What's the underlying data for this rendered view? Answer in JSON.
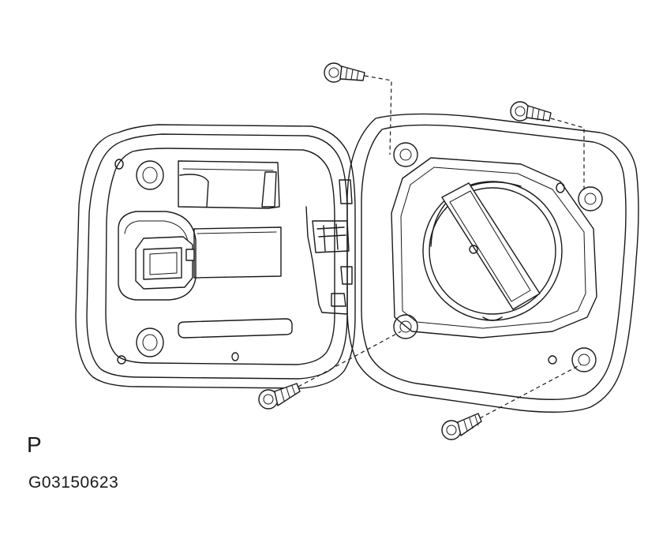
{
  "figure": {
    "view_label": "P",
    "figure_code": "G03150623"
  },
  "parts": {
    "screws": [
      "screw",
      "screw",
      "screw",
      "screw"
    ],
    "components": [
      "fuel-lid-door",
      "fuel-filler-housing",
      "fuel-cap",
      "hinge"
    ]
  }
}
